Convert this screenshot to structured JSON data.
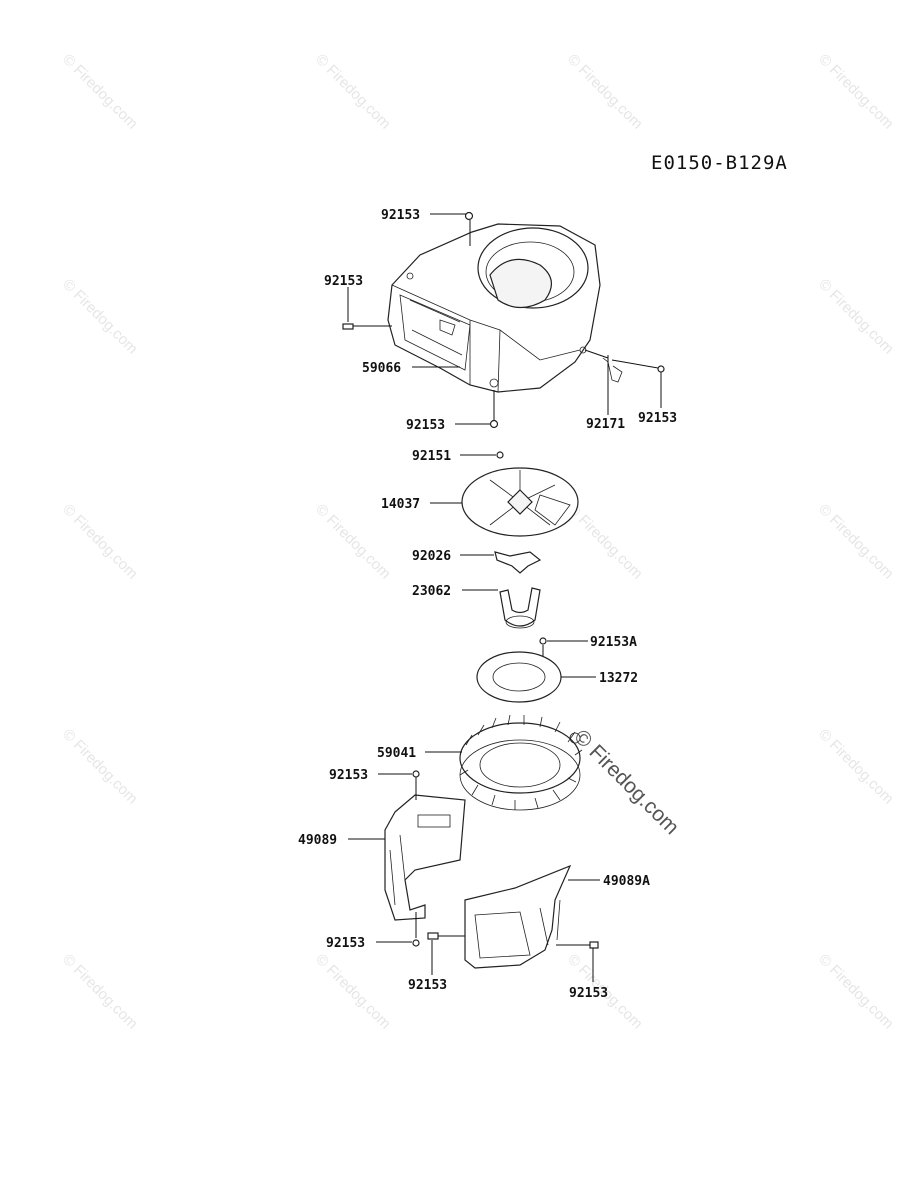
{
  "diagram_code": "E0150-B129A",
  "watermark": "© Firedog.com",
  "watermark_big": "© Firedog.com",
  "labels": {
    "p1": "92153",
    "p2": "92153",
    "p3": "59066",
    "p4": "92153",
    "p5": "92171",
    "p6": "92153",
    "p7": "92151",
    "p8": "14037",
    "p9": "92026",
    "p10": "23062",
    "p11": "92153A",
    "p12": "13272",
    "p13": "59041",
    "p14": "92153",
    "p15": "49089",
    "p16": "49089A",
    "p17": "92153",
    "p18": "92153",
    "p19": "92153"
  }
}
